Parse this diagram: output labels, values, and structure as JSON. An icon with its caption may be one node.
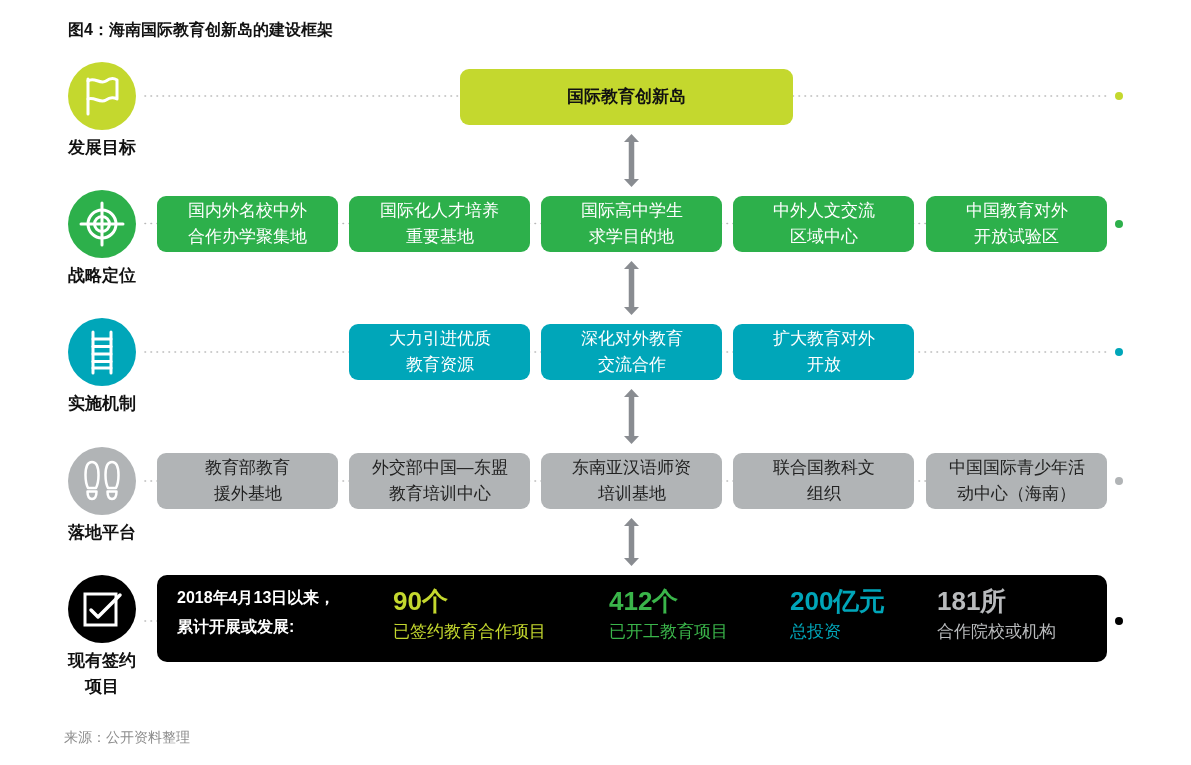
{
  "diagram": {
    "title": "图4：海南国际教育创新岛的建设框架",
    "caption": "来源：公开资料整理",
    "nodes": [
      {
        "text": [
          "发展目标"
        ]
      },
      {
        "text": [
          "国际教育创新岛"
        ]
      },
      {
        "text": [
          "战略定位"
        ]
      },
      {
        "text": [
          "国内外名校中外合作办学聚集地"
        ]
      },
      {
        "text": [
          "国际化人才培养重要基地"
        ]
      },
      {
        "text": [
          "国际高中学生求学目的地"
        ]
      },
      {
        "text": [
          "中外人文交流区域中心"
        ]
      },
      {
        "text": [
          "中国教育对外开放试验区"
        ]
      },
      {
        "text": [
          "实施机制"
        ]
      },
      {
        "text": [
          "大力引进优质教育资源"
        ]
      },
      {
        "text": [
          "深化对外教育交流合作"
        ]
      },
      {
        "text": [
          "扩大教育对外开放"
        ]
      },
      {
        "text": [
          "落地平台"
        ]
      },
      {
        "text": [
          "教育部教育援外基地"
        ]
      },
      {
        "text": [
          "外交部中国—东盟教育培训中心"
        ]
      },
      {
        "text": [
          "东南亚汉语师资培训基地"
        ]
      },
      {
        "text": [
          "联合国教科文组织"
        ]
      },
      {
        "text": [
          "中国国际青少年活动中心（海南）"
        ]
      },
      {
        "text": [
          "现有签约项目"
        ]
      },
      {
        "text": [
          "2018年4月13日以来，累计开展或发展:",
          "90个",
          "已签约教育合作项目",
          "412个",
          "已开工教育项目",
          "200亿元",
          "总投资",
          "181所",
          "合作院校或机构"
        ]
      }
    ],
    "edges": [
      {
        "from": 1,
        "to": 5,
        "arrow": "both"
      },
      {
        "from": 5,
        "to": 10,
        "arrow": "both"
      },
      {
        "from": 10,
        "to": 15,
        "arrow": "both"
      },
      {
        "from": 15,
        "to": 19,
        "arrow": "both"
      }
    ]
  }
}
